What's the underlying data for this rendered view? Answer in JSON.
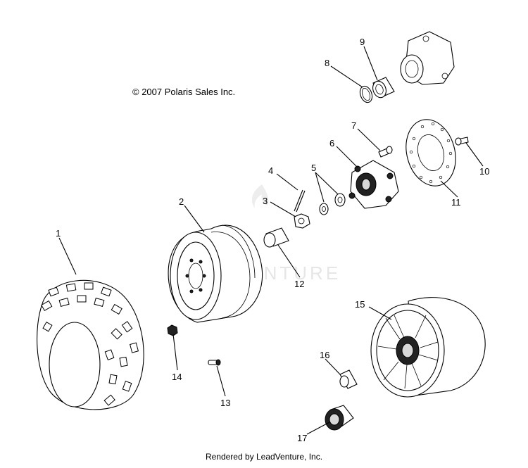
{
  "copyright": "© 2007 Polaris Sales Inc.",
  "footer": "Rendered by LeadVenture, Inc.",
  "watermark": "LEADVENTURE",
  "callouts": {
    "p1": "1",
    "p2": "2",
    "p3": "3",
    "p4": "4",
    "p5": "5",
    "p6": "6",
    "p7": "7",
    "p8": "8",
    "p9": "9",
    "p10": "10",
    "p11": "11",
    "p12": "12",
    "p13": "13",
    "p14": "14",
    "p15": "15",
    "p16": "16",
    "p17": "17"
  }
}
